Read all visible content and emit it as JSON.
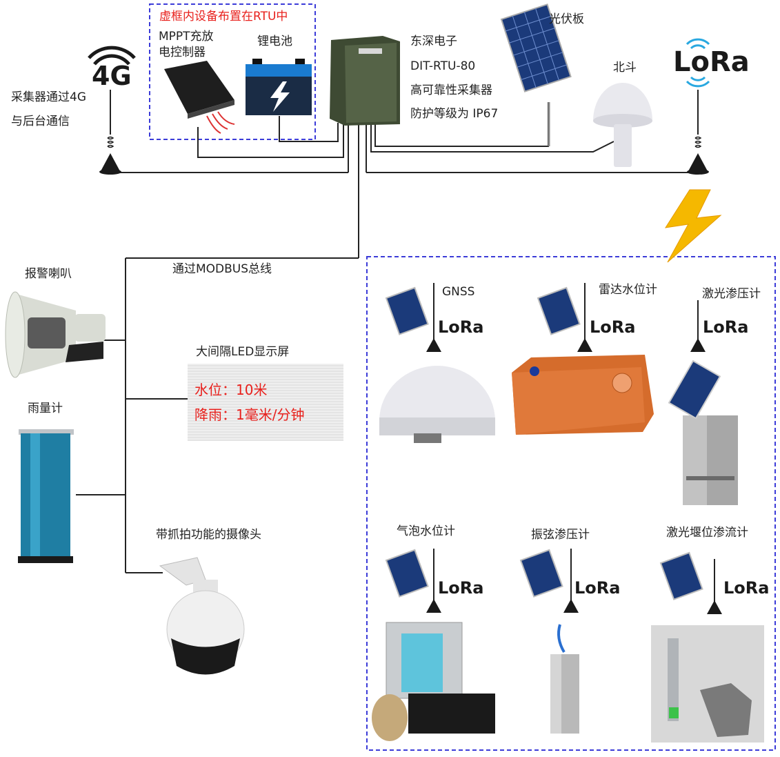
{
  "colors": {
    "dashed": "#3b3bd8",
    "accent_red": "#e8201c",
    "bolt": "#f5b800",
    "line": "#222222",
    "wifi": "#29a8e0"
  },
  "rtu_box": {
    "note": "虚框内设备布置在RTU中",
    "controller": "MPPT充放\n电控制器",
    "battery": "锂电池"
  },
  "rtu": {
    "line1": "东深电子",
    "line2": "DIT-RTU-80",
    "line3": "高可靠性采集器",
    "line4": "防护等级为 IP67"
  },
  "comm4g": {
    "logo": "4G",
    "text1": "采集器通过4G",
    "text2": "与后台通信"
  },
  "top": {
    "solar": "光伏板",
    "beidou": "北斗",
    "lora": "LoRa"
  },
  "bus_label": "通过MODBUS总线",
  "left_devices": {
    "alarm": "报警喇叭",
    "led_title": "大间隔LED显示屏",
    "led_line1": "水位：10米",
    "led_line2": "降雨：1毫米/分钟",
    "rain": "雨量计",
    "camera": "带抓拍功能的摄像头"
  },
  "sensors": [
    {
      "name": "GNSS",
      "lora": "LoRa"
    },
    {
      "name": "雷达水位计",
      "lora": "LoRa"
    },
    {
      "name": "激光渗压计",
      "lora": "LoRa"
    },
    {
      "name": "气泡水位计",
      "lora": "LoRa"
    },
    {
      "name": "振弦渗压计",
      "lora": "LoRa"
    },
    {
      "name": "激光堰位渗流计",
      "lora": "LoRa"
    }
  ]
}
